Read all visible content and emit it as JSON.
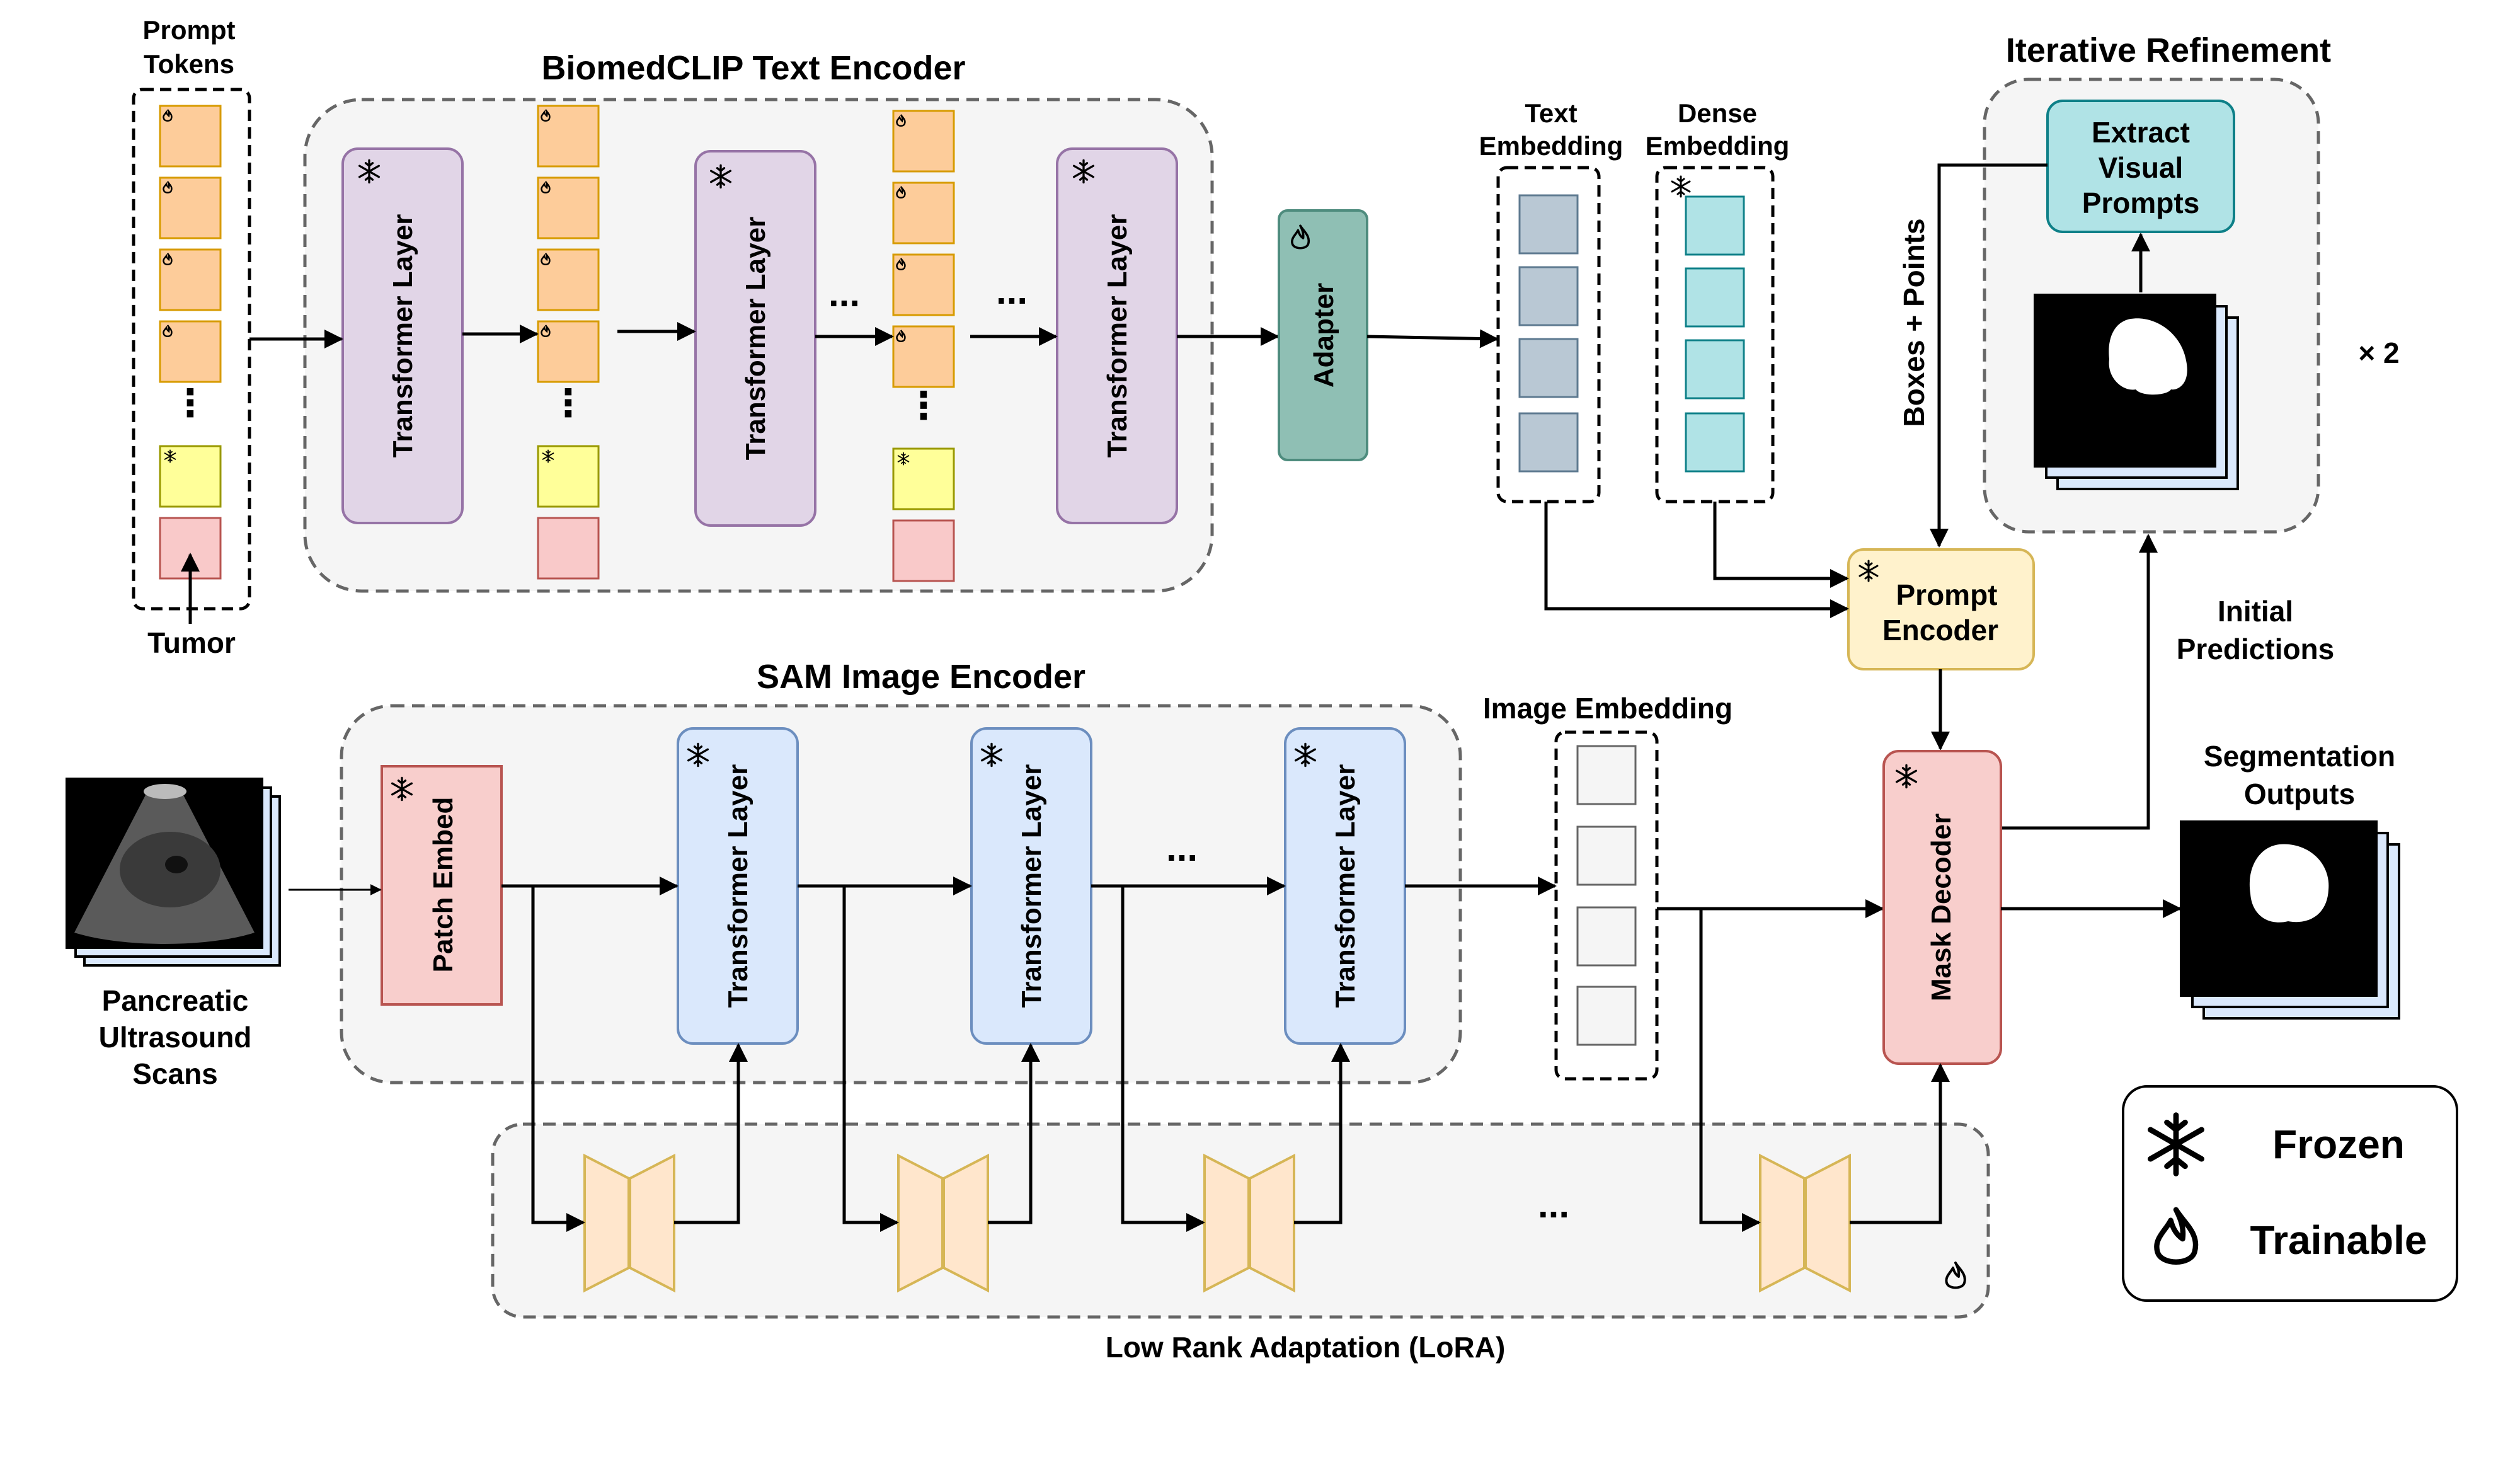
{
  "labels": {
    "prompt_tokens_line1": "Prompt",
    "prompt_tokens_line2": "Tokens",
    "tumor": "Tumor",
    "biomedclip": "BiomedCLIP Text Encoder",
    "transformer_layer": "Transformer Layer",
    "adapter": "Adapter",
    "text_embedding_line1": "Text",
    "text_embedding_line2": "Embedding",
    "dense_embedding_line1": "Dense",
    "dense_embedding_line2": "Embedding",
    "iterative_refinement": "Iterative Refinement",
    "extract_line1": "Extract",
    "extract_line2": "Visual",
    "extract_line3": "Prompts",
    "boxes_points": "Boxes + Points",
    "times_two": "× 2",
    "prompt_encoder_line1": "Prompt",
    "prompt_encoder_line2": "Encoder",
    "initial_predictions_line1": "Initial",
    "initial_predictions_line2": "Predictions",
    "sam_image_encoder": "SAM Image Encoder",
    "image_embedding": "Image Embedding",
    "patch_embed": "Patch Embed",
    "mask_decoder": "Mask Decoder",
    "segmentation_outputs_line1": "Segmentation",
    "segmentation_outputs_line2": "Outputs",
    "scans_line1": "Pancreatic",
    "scans_line2": "Ultrasound",
    "scans_line3": "Scans",
    "lora": "Low Rank Adaptation (LoRA)",
    "ellipsis": "...",
    "vertical_ellipsis": "⋮"
  },
  "legend": {
    "frozen": "Frozen",
    "trainable": "Trainable"
  },
  "icons": {
    "frozen": "snowflake-icon",
    "trainable": "flame-icon"
  },
  "colors": {
    "token_orange": "#FDCC9A",
    "token_yellow": "#FFFF99",
    "token_pink": "#F9C9C9",
    "transformer_purple": "#E1D5E7",
    "adapter_green": "#8FBFB4",
    "text_embed": "#B9C8D4",
    "dense_embed": "#B0E3E6",
    "extract_box": "#B0E3E6",
    "prompt_encoder": "#FFF2CC",
    "mask_decoder": "#F8CECC",
    "sam_transformer": "#DAE8FC",
    "patch_embed": "#F8CECC",
    "lora_trapezoid": "#FFE6CC",
    "group_bg": "#F5F5F5"
  }
}
